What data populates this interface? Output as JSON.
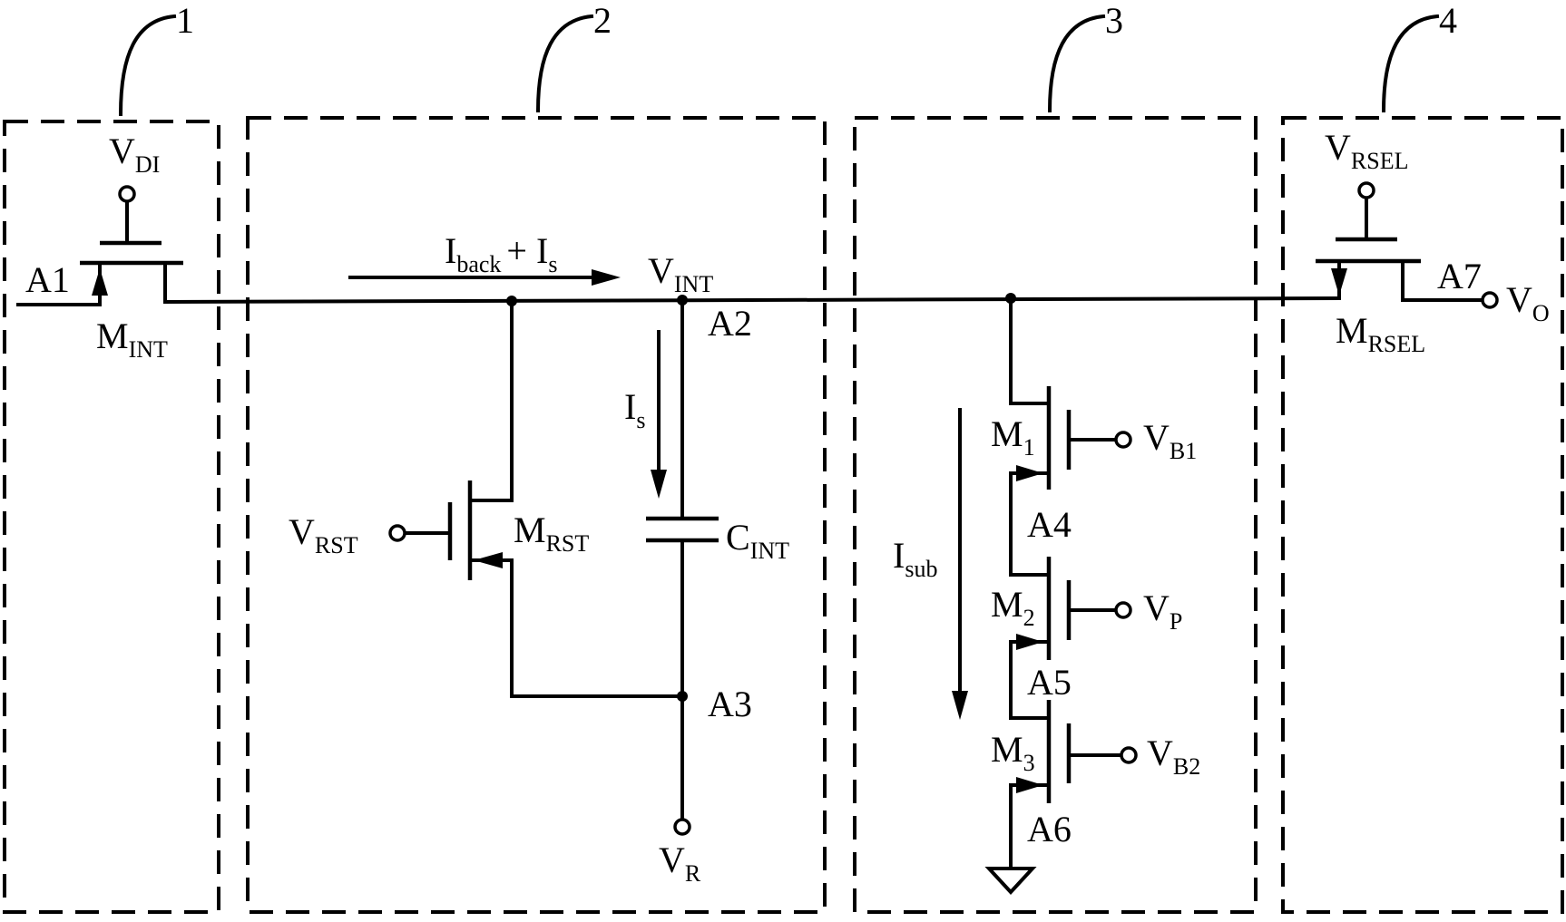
{
  "diagram": {
    "blocks": [
      {
        "number": "1"
      },
      {
        "number": "2"
      },
      {
        "number": "3"
      },
      {
        "number": "4"
      }
    ],
    "nodes": {
      "a1": "A1",
      "a2": "A2",
      "a3": "A3",
      "a4": "A4",
      "a5": "A5",
      "a6": "A6",
      "a7": "A7"
    },
    "labels": {
      "v_di": {
        "main": "V",
        "sub": "DI"
      },
      "m_int": {
        "main": "M",
        "sub": "INT"
      },
      "i_back": {
        "main": "I",
        "sub": "back"
      },
      "i_s_plus": "+  I",
      "i_s_plus_sub": "s",
      "v_int": {
        "main": "V",
        "sub": "INT"
      },
      "i_s": {
        "main": "I",
        "sub": "s"
      },
      "v_rst": {
        "main": "V",
        "sub": "RST"
      },
      "m_rst": {
        "main": "M",
        "sub": "RST"
      },
      "c_int": {
        "main": "C",
        "sub": "INT"
      },
      "v_r": {
        "main": "V",
        "sub": "R"
      },
      "i_sub": {
        "main": "I",
        "sub": "sub"
      },
      "m1": {
        "main": "M",
        "sub": "1"
      },
      "m2": {
        "main": "M",
        "sub": "2"
      },
      "m3": {
        "main": "M",
        "sub": "3"
      },
      "v_b1": {
        "main": "V",
        "sub": "B1"
      },
      "v_p": {
        "main": "V",
        "sub": "P"
      },
      "v_b2": {
        "main": "V",
        "sub": "B2"
      },
      "v_rsel": {
        "main": "V",
        "sub": "RSEL"
      },
      "m_rsel": {
        "main": "M",
        "sub": "RSEL"
      },
      "v_o": {
        "main": "V",
        "sub": "O"
      }
    }
  }
}
